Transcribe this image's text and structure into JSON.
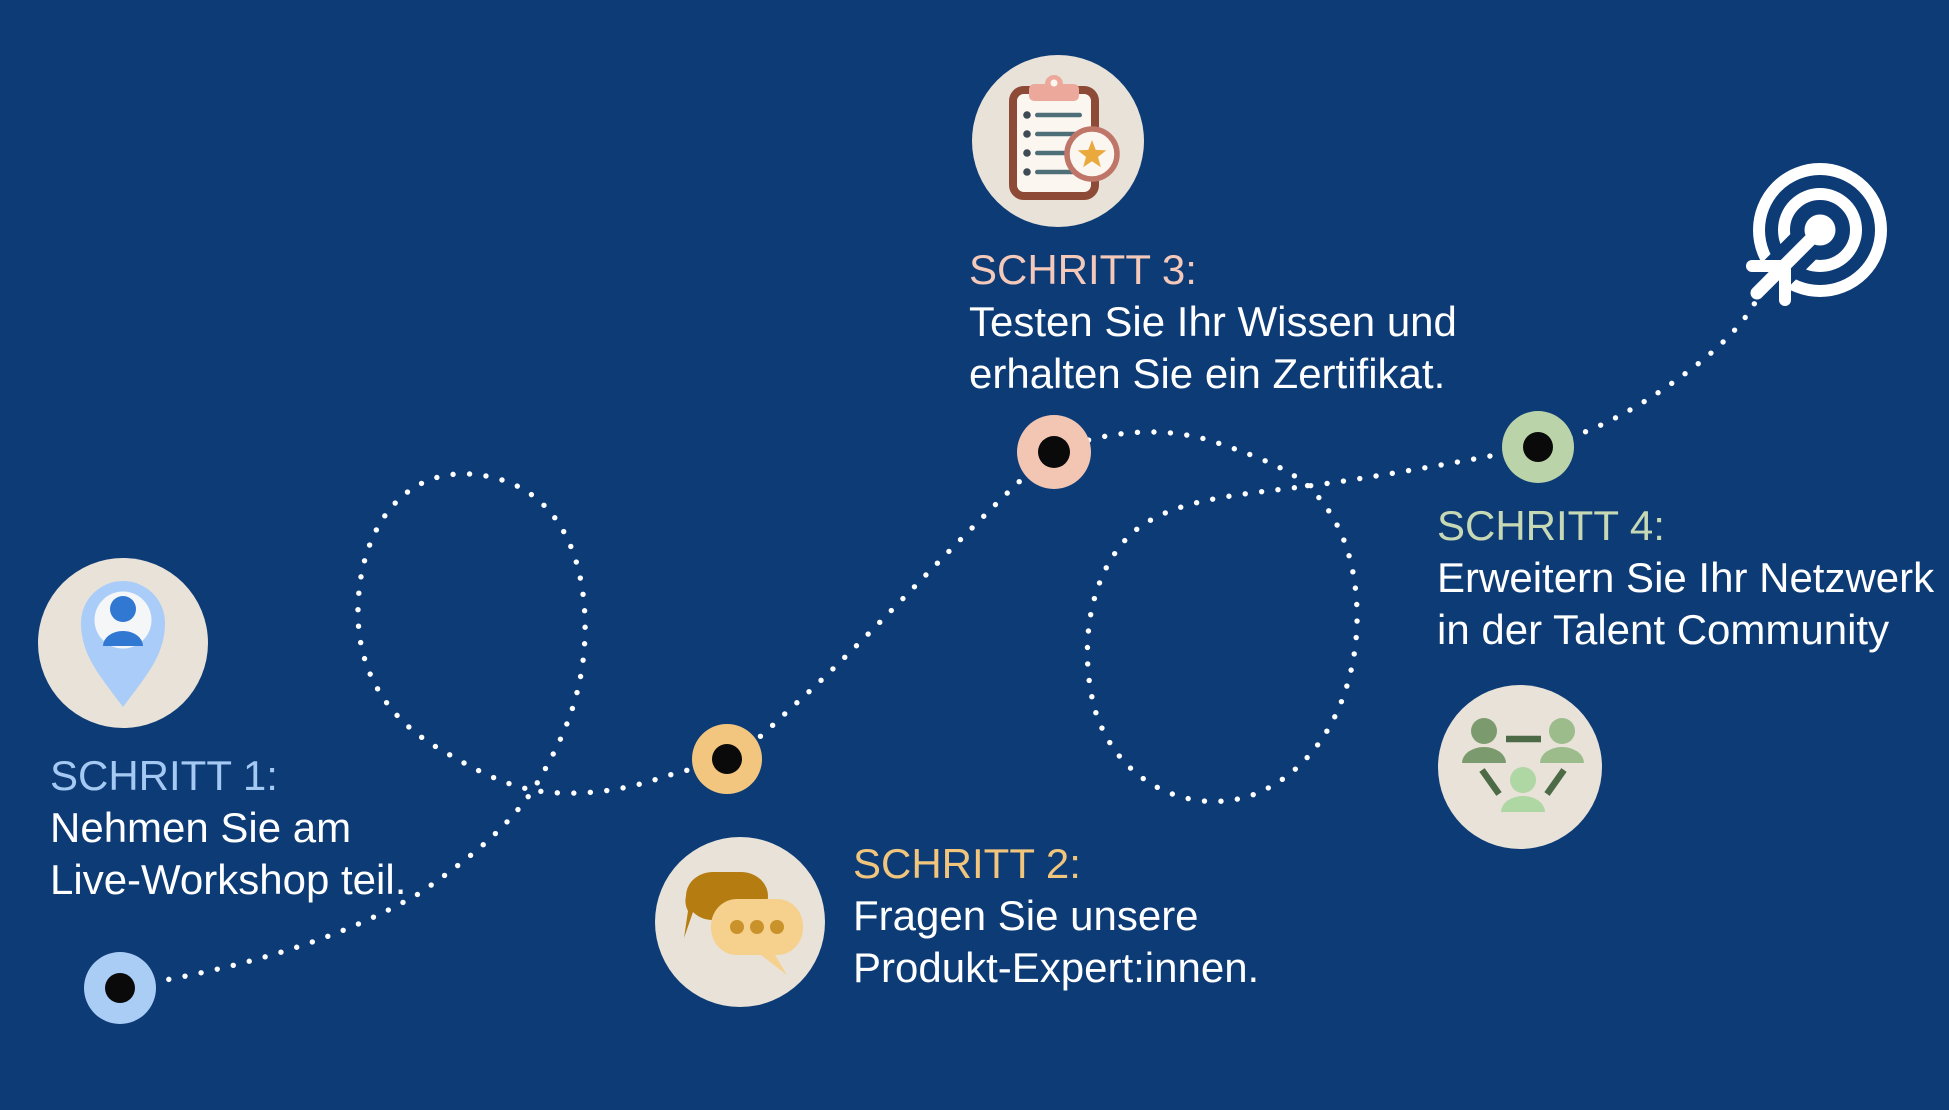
{
  "background_color": "#0d3b76",
  "path_color": "#ffffff",
  "icon_circle_color": "#e8e2d8",
  "node_inner_color": "#0a0a0a",
  "steps": [
    {
      "title": "SCHRITT 1:",
      "line1": "Nehmen Sie am",
      "line2": "Live-Workshop teil.",
      "accent": "#a4c9f2",
      "node_color": "#aacdf6",
      "icon": "location-pin-user-icon",
      "icon_colors": {
        "pin": "#a9cdf8",
        "person": "#3178d2",
        "pin_inner": "#f4f6f8"
      }
    },
    {
      "title": "SCHRITT 2:",
      "line1": "Fragen Sie unsere",
      "line2": "Produkt-Expert:innen.",
      "accent": "#f1c57c",
      "node_color": "#f2c67f",
      "icon": "chat-bubbles-icon",
      "icon_colors": {
        "back_bubble": "#b57c12",
        "front_bubble": "#f6d08d",
        "dots": "#c9922a"
      }
    },
    {
      "title": "SCHRITT 3:",
      "line1": "Testen Sie Ihr Wissen und",
      "line2": "erhalten Sie ein Zertifikat.",
      "accent": "#f4c9ba",
      "node_color": "#f3c6b4",
      "icon": "clipboard-star-icon",
      "icon_colors": {
        "frame": "#8d4a37",
        "paper": "#fbf7f0",
        "clip": "#eca99b",
        "lines": "#4e6e78",
        "bullets": "#3f4a54",
        "badge_ring": "#bf7669",
        "star": "#e9a93c"
      }
    },
    {
      "title": "SCHRITT 4:",
      "line1": "Erweitern Sie Ihr Netzwerk",
      "line2": "in der Talent Community",
      "accent": "#c7d9b4",
      "node_color": "#bad3a8",
      "icon": "people-network-icon",
      "icon_colors": {
        "person_dark": "#7b9b6e",
        "person_mid": "#9cbc8c",
        "person_light": "#aed7a4",
        "links": "#4c6a45"
      }
    }
  ],
  "end_icon": "target-paper-plane-icon",
  "end_icon_color": "#ffffff"
}
